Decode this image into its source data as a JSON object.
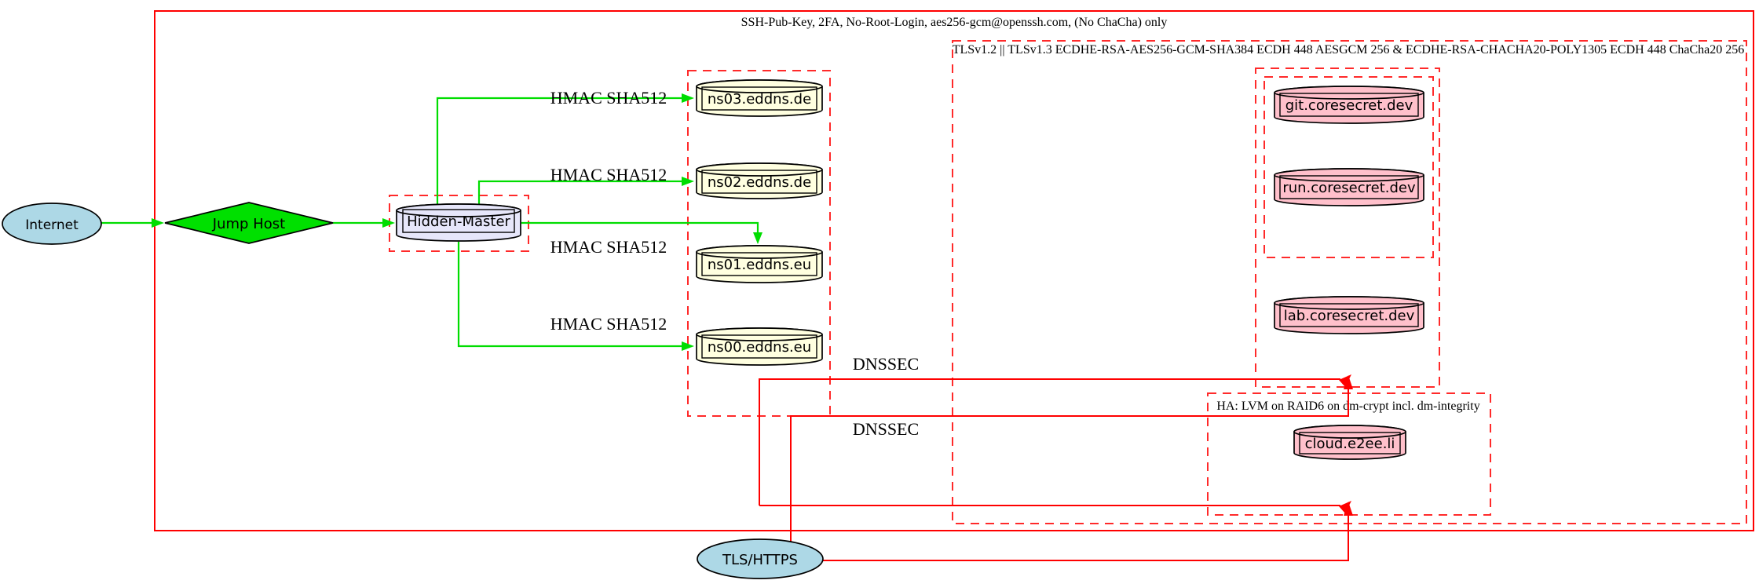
{
  "title": "DNS / hosting security topology diagram",
  "colors": {
    "node_blue": "#add8e6",
    "node_green": "#00e000",
    "node_lavender": "#e6e6fa",
    "node_yellow": "#ffffe0",
    "node_pink": "#ffc0cb",
    "edge_green": "#00dd00",
    "edge_red": "#ff0000",
    "cluster_dashed_red": "#ff2a2a",
    "outline_black": "#000000"
  },
  "clusters": {
    "ssh_label": "SSH-Pub-Key, 2FA, No-Root-Login, aes256-gcm@openssh.com, (No ChaCha) only",
    "tls_label": "TLSv1.2 || TLSv1.3 ECDHE-RSA-AES256-GCM-SHA384 ECDH 448 AESGCM 256 & ECDHE-RSA-CHACHA20-POLY1305 ECDH 448 ChaCha20 256",
    "ha_label": "HA: LVM on RAID6 on dm-crypt incl. dm-integrity"
  },
  "nodes": {
    "internet": "Internet",
    "jump_host": "Jump Host",
    "hidden_master": "Hidden-Master",
    "ns03": "ns03.eddns.de",
    "ns02": "ns02.eddns.de",
    "ns01": "ns01.eddns.eu",
    "ns00": "ns00.eddns.eu",
    "git": "git.coresecret.dev",
    "run": "run.coresecret.dev",
    "lab": "lab.coresecret.dev",
    "cloud": "cloud.e2ee.li",
    "tls_https": "TLS/HTTPS"
  },
  "edge_labels": {
    "hmac": [
      "HMAC SHA512",
      "HMAC SHA512",
      "HMAC SHA512",
      "HMAC SHA512"
    ],
    "dnssec": [
      "DNSSEC",
      "DNSSEC"
    ]
  }
}
